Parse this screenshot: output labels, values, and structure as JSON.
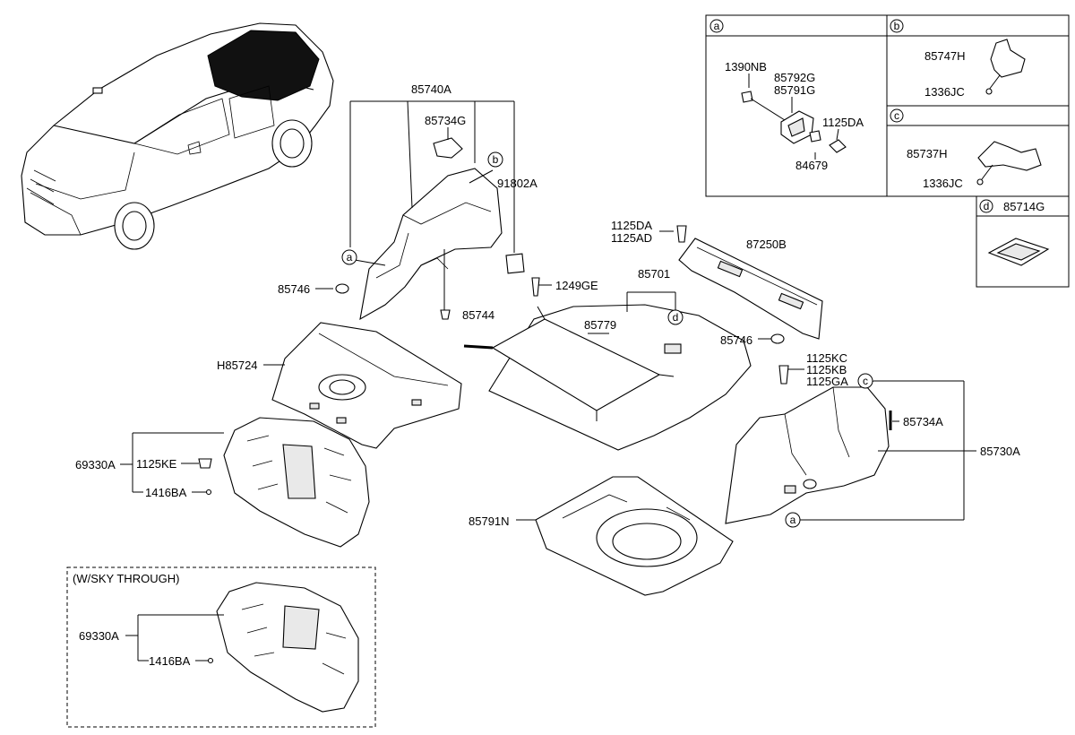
{
  "labels": {
    "p85740A": "85740A",
    "p85734G": "85734G",
    "p91802A": "91802A",
    "p85746_left": "85746",
    "p85744": "85744",
    "p1249GE": "1249GE",
    "pH85724": "H85724",
    "p69330A_top": "69330A",
    "p1125KE": "1125KE",
    "p1416BA_top": "1416BA",
    "skyThrough": "(W/SKY THROUGH)",
    "p69330A_bottom": "69330A",
    "p1416BA_bottom": "1416BA",
    "p1125DA_top": "1125DA",
    "p1125AD": "1125AD",
    "p87250B": "87250B",
    "p85701": "85701",
    "p85779": "85779",
    "p85746_right": "85746",
    "p1125KC": "1125KC",
    "p1125KB": "1125KB",
    "p1125GA": "1125GA",
    "p85734A": "85734A",
    "p85730A": "85730A",
    "p85791N": "85791N",
    "boxA_1390NB": "1390NB",
    "boxA_85792G": "85792G",
    "boxA_85791G": "85791G",
    "boxA_1125DA": "1125DA",
    "boxA_84679": "84679",
    "boxB_85747H": "85747H",
    "boxB_1336JC": "1336JC",
    "boxC_85737H": "85737H",
    "boxC_1336JC": "1336JC",
    "boxD_85714G": "85714G"
  },
  "circles": {
    "a": "a",
    "b": "b",
    "c": "c",
    "d": "d"
  }
}
